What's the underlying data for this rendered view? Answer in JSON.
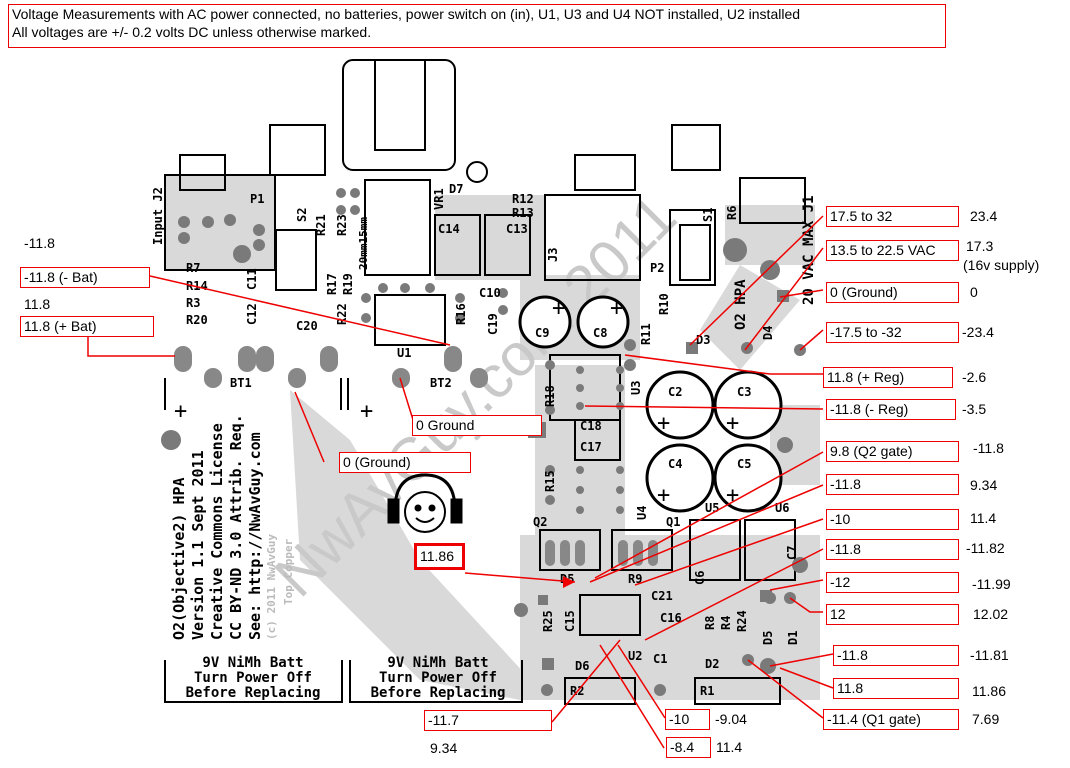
{
  "header": {
    "line1": "Voltage Measurements with AC power connected, no batteries, power switch on (in), U1, U3 and U4 NOT installed, U2 installed",
    "line2": "All voltages are +/- 0.2 volts DC unless otherwise marked."
  },
  "board": {
    "silk_lines": [
      "O2(Objective2) HPA",
      "Version 1.1 Sept 2011",
      "Creative Commons License",
      "CC BY-ND 3.0 Attrib. Req.",
      "See: http://NwAvGuy.com"
    ],
    "copyright": "(c) 2011 NwAvGuy",
    "top_copper": "Top Copper",
    "watermark": "NwAvGuy.com 2011",
    "batt_note": [
      "9V NiMh Batt",
      "Turn Power Off",
      "Before Replacing"
    ],
    "input_label": "Input J2",
    "ac_label": "20 VAC MAX J1",
    "hpa_label": "O2 HPA",
    "size_label": "20mm15mm"
  },
  "labels": {
    "bat_neg": "-11.8 (- Bat)",
    "bat_pos": "11.8 (+ Bat)",
    "ground_0a": "0 Ground",
    "ground_0b": "0 (Ground)",
    "u2_pin": "11.86",
    "ac1": "17.5 to 32",
    "ac2": "13.5 to 22.5 VAC",
    "ac3": "0 (Ground)",
    "ac4": "-17.5 to -32",
    "reg_pos": "11.8 (+ Reg)",
    "reg_neg": "-11.8 (- Reg)",
    "q2_gate": "9.8 (Q2 gate)",
    "r1": "-11.8",
    "r2": "-10",
    "r3": "-11.8",
    "r4": "-12",
    "r5": "12",
    "r6": "-11.8",
    "r7": "11.8",
    "q1_gate": "-11.4 (Q1 gate)",
    "b1": "-11.7",
    "b2": "-10",
    "b3": "-8.4"
  },
  "measured": {
    "left_neg": "-11.8",
    "left_pos": "11.8",
    "ac1": "23.4",
    "ac2": "17.3",
    "ac2_note": "(16v supply)",
    "ac3": "0",
    "ac4": "-23.4",
    "reg_pos": "-2.6",
    "reg_neg": "-3.5",
    "q2_gate": "-11.8",
    "r1": "9.34",
    "r2": "11.4",
    "r3": "-11.82",
    "r4": "-11.99",
    "r5": "12.02",
    "r6": "-11.81",
    "r7": "11.86",
    "q1_gate": "7.69",
    "b1": "9.34",
    "b2": "-9.04",
    "b3": "11.4"
  },
  "components": [
    "P1",
    "S2",
    "R21",
    "R23",
    "VR1",
    "D7",
    "R12",
    "R13",
    "J3",
    "S1",
    "R6",
    "P2",
    "R7",
    "R14",
    "R3",
    "R20",
    "C11",
    "C12",
    "R17",
    "R19",
    "C14",
    "C13",
    "C10",
    "R22",
    "R16",
    "C19",
    "C20",
    "C9",
    "C8",
    "R10",
    "R11",
    "D3",
    "D4",
    "BT1",
    "BT2",
    "U1",
    "R18",
    "U3",
    "C2",
    "C3",
    "C18",
    "C17",
    "C4",
    "C5",
    "R15",
    "U4",
    "Q2",
    "Q1",
    "U5",
    "U6",
    "C6",
    "C7",
    "D5",
    "R9",
    "C21",
    "R25",
    "C15",
    "C16",
    "R8",
    "R4",
    "R24",
    "D1",
    "U2",
    "C1",
    "D6",
    "D2",
    "R2",
    "R1"
  ]
}
